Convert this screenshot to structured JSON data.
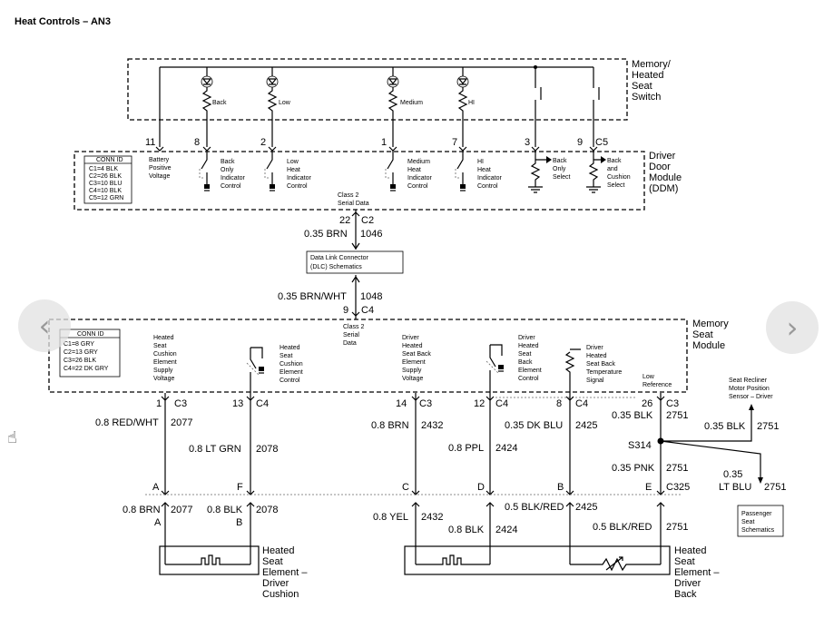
{
  "title": "Heat Controls – AN3",
  "nav": {
    "prev_icon": "‹",
    "next_icon": "›",
    "pointer_icon": "☝"
  },
  "switch_module": {
    "name": [
      "Memory/",
      "Heated",
      "Seat",
      "Switch"
    ],
    "leds": [
      "Back",
      "Low",
      "Medium",
      "HI"
    ]
  },
  "ddm": {
    "name": [
      "Driver",
      "Door",
      "Module",
      "(DDM)"
    ],
    "conn_title": "CONN ID",
    "conn_rows": [
      "C1=4 BLK",
      "C2=26 BLK",
      "C3=10 BLU",
      "C4=10 BLK",
      "C5=12 GRN"
    ],
    "pins": [
      "11",
      "8",
      "2",
      "1",
      "7",
      "3",
      "9"
    ],
    "connector": "C5",
    "batt_label": [
      "Battery",
      "Positive",
      "Voltage"
    ],
    "ctrl_labels": [
      [
        "Back",
        "Only",
        "Indicator",
        "Control"
      ],
      [
        "Low",
        "Heat",
        "Indicator",
        "Control"
      ],
      [
        "Medium",
        "Heat",
        "Indicator",
        "Control"
      ],
      [
        "HI",
        "Heat",
        "Indicator",
        "Control"
      ]
    ],
    "select_labels": [
      [
        "Back",
        "Only",
        "Select"
      ],
      [
        "Back",
        "and",
        "Cushion",
        "Select"
      ]
    ],
    "serial": [
      "Class 2",
      "Serial Data"
    ]
  },
  "dlc": {
    "pin_top": "22",
    "conn_top": "C2",
    "wire_top": "0.35 BRN",
    "circ_top": "1046",
    "box": [
      "Data Link Connector",
      "(DLC) Schematics"
    ],
    "wire_bot": "0.35 BRN/WHT",
    "circ_bot": "1048",
    "pin_bot": "9",
    "conn_bot": "C4"
  },
  "msm": {
    "name": [
      "Memory",
      "Seat",
      "Module"
    ],
    "conn_title": "CONN ID",
    "conn_rows": [
      "C1=8 GRY",
      "C2=13 GRY",
      "C3=26 BLK",
      "C4=22 DK GRY"
    ],
    "serial": [
      "Class 2",
      "Serial",
      "Data"
    ],
    "labels": [
      [
        "Heated",
        "Seat",
        "Cushion",
        "Element",
        "Supply",
        "Voltage"
      ],
      [
        "Heated",
        "Seat",
        "Cushion",
        "Element",
        "Control"
      ],
      [
        "Driver",
        "Heated",
        "Seat Back",
        "Element",
        "Supply",
        "Voltage"
      ],
      [
        "Driver",
        "Heated",
        "Seat",
        "Back",
        "Element",
        "Control"
      ],
      [
        "Driver",
        "Heated",
        "Seat Back",
        "Temperature",
        "Signal"
      ],
      [
        "Low",
        "Reference"
      ]
    ],
    "pins": [
      "1",
      "13",
      "14",
      "12",
      "8",
      "26"
    ],
    "conns": [
      "C3",
      "C4",
      "C3",
      "C4",
      "C4",
      "C3"
    ]
  },
  "wires_upper": [
    {
      "color": "0.8 RED/WHT",
      "circuit": "2077"
    },
    {
      "color": "0.8 LT GRN",
      "circuit": "2078"
    },
    {
      "color": "0.8 BRN",
      "circuit": "2432"
    },
    {
      "color": "0.8 PPL",
      "circuit": "2424"
    },
    {
      "color": "0.35 DK BLU",
      "circuit": "2425"
    },
    {
      "color": "0.35 BLK",
      "circuit": "2751"
    }
  ],
  "splice": {
    "name": "S314",
    "sensor": [
      "Seat Recliner",
      "Motor Position",
      "Sensor – Driver"
    ],
    "sensor_wire": "0.35 BLK",
    "sensor_circ": "2751",
    "pnk_wire": "0.35 PNK",
    "pnk_circ": "2751",
    "ltblu_wire": [
      "0.35",
      "LT BLU"
    ],
    "ltblu_circ": "2751",
    "passenger": [
      "Passenger",
      "Seat",
      "Schematics"
    ]
  },
  "c325": {
    "name": "C325",
    "pins": [
      "A",
      "F",
      "C",
      "D",
      "B",
      "E"
    ]
  },
  "wires_lower": [
    {
      "color": "0.8 BRN",
      "circuit": "2077",
      "pin": "A"
    },
    {
      "color": "0.8 BLK",
      "circuit": "2078",
      "pin": "B"
    },
    {
      "color": "0.8 YEL",
      "circuit": "2432"
    },
    {
      "color": "0.8 BLK",
      "circuit": "2424"
    },
    {
      "color": "0.5 BLK/RED",
      "circuit": "2425"
    },
    {
      "color": "0.5 BLK/RED",
      "circuit": "2751"
    }
  ],
  "elements": {
    "cushion": [
      "Heated",
      "Seat",
      "Element –",
      "Driver",
      "Cushion"
    ],
    "back": [
      "Heated",
      "Seat",
      "Element –",
      "Driver",
      "Back"
    ]
  }
}
